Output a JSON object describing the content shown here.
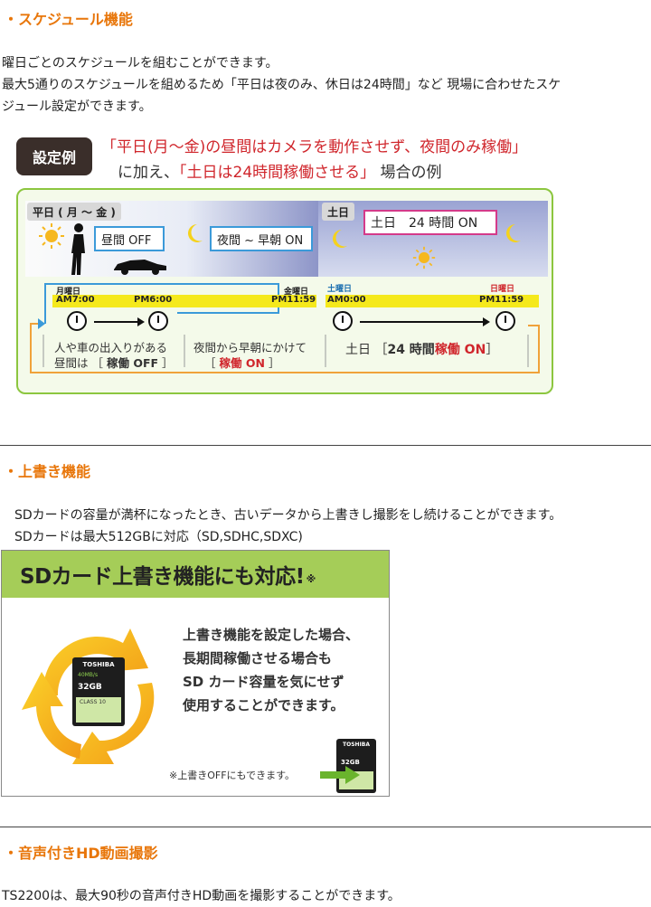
{
  "sections": {
    "schedule": {
      "title": "・スケジュール機能",
      "para1": "曜日ごとのスケジュールを組むことができます。",
      "para2a": "最大5通りのスケジュールを組めるため「平日は夜のみ、休日は24時間」など 現場に合わせたスケ",
      "para2b": "ジュール設定ができます。",
      "graphic": {
        "badge": "設定例",
        "line1": "「平日(月～金)の昼間はカメラを動作させず、夜間のみ稼働」",
        "line2_pre": "に加え、",
        "line2_red": "「土日は24時間稼働させる」",
        "line2_post": "場合の例",
        "weekday_tag": "平日 ( 月 ～ 金 )",
        "weekend_tag": "土日",
        "box_day": "昼間 OFF",
        "box_night": "夜間 ~ 早朝 ON",
        "box_weekend": "土日　24 時間 ON",
        "mon": "月曜日",
        "am700": "AM7:00",
        "pm600": "PM6:00",
        "fri": "金曜日",
        "pm1159a": "PM11:59",
        "sat": "土曜日",
        "am000": "AM0:00",
        "sun": "日曜日",
        "pm1159b": "PM11:59",
        "cap1a": "人や車の出入りがある",
        "cap1b_pre": "昼間は ［",
        "cap1b_bold": "稼働 OFF",
        "cap1b_post": "］",
        "cap2a": "夜間から早朝にかけて",
        "cap2b_pre": "［",
        "cap2b_red": "稼働 ON",
        "cap2b_post": "］",
        "cap3_pre": "土日 ［",
        "cap3_bold": "24 時間",
        "cap3_red": "稼働 ON",
        "cap3_post": "］"
      }
    },
    "overwrite": {
      "title": "・上書き機能",
      "para1": "SDカードの容量が満杯になったとき、古いデータから上書きし撮影をし続けることができます。",
      "para2": "SDカードは最大512GBに対応（SD,SDHC,SDXC)",
      "graphic": {
        "header": "SDカード上書き機能にも対応!",
        "header_mark": "※",
        "line1": "上書き機能を設定した場合、",
        "line2": "長期間稼働させる場合も",
        "line3": "SD カード容量を気にせず",
        "line4": "使用することができます。",
        "note": "※上書きOFFにもできます。",
        "card_brand": "TOSHIBA",
        "card_capacity": "32GB",
        "card_speed": "40MB/s",
        "card_class": "CLASS 10"
      }
    },
    "audio": {
      "title": "・音声付きHD動画撮影",
      "para1": "TS2200は、最大90秒の音声付きHD動画を撮影することができます。"
    }
  },
  "colors": {
    "accent_orange": "#e8760a",
    "red": "#d0262c",
    "green": "#8cc63f",
    "yellow": "#f5e91c",
    "blue": "#3b9ad9",
    "pink": "#d43a8a"
  }
}
